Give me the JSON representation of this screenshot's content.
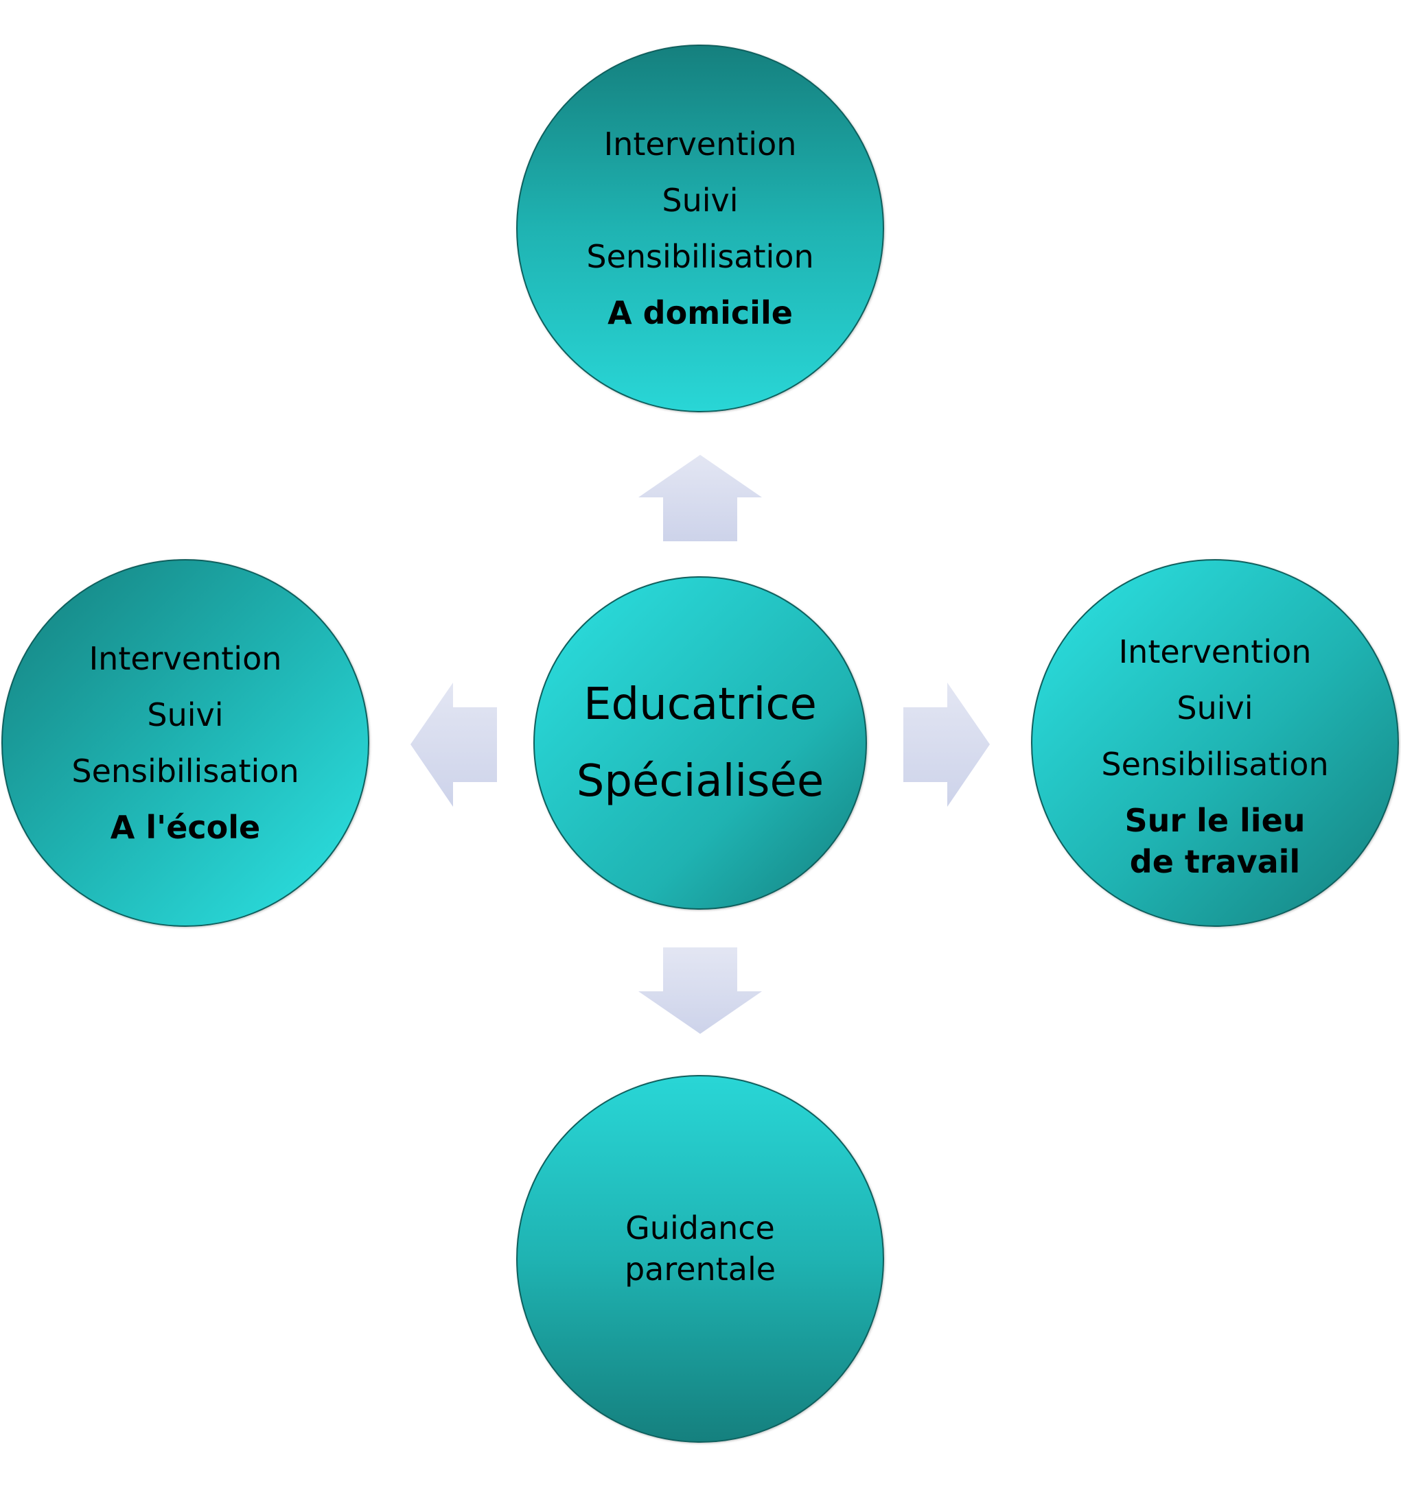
{
  "center": {
    "lines": [
      "Educatrice",
      "Spécialisée"
    ]
  },
  "top": {
    "lines": [
      "Intervention",
      "Suivi",
      "Sensibilisation"
    ],
    "place": "A domicile"
  },
  "left": {
    "lines": [
      "Intervention",
      "Suivi",
      "Sensibilisation"
    ],
    "place": "A l'école"
  },
  "right": {
    "lines": [
      "Intervention",
      "Suivi",
      "Sensibilisation"
    ],
    "place": "Sur le lieu de travail"
  },
  "bottom": {
    "text": "Guidance parentale"
  },
  "colors": {
    "circle_dark": "#15807e",
    "circle_light": "#29d6d6",
    "arrow_light": "#e3e6f3",
    "arrow_dark": "#cdd3ea"
  }
}
